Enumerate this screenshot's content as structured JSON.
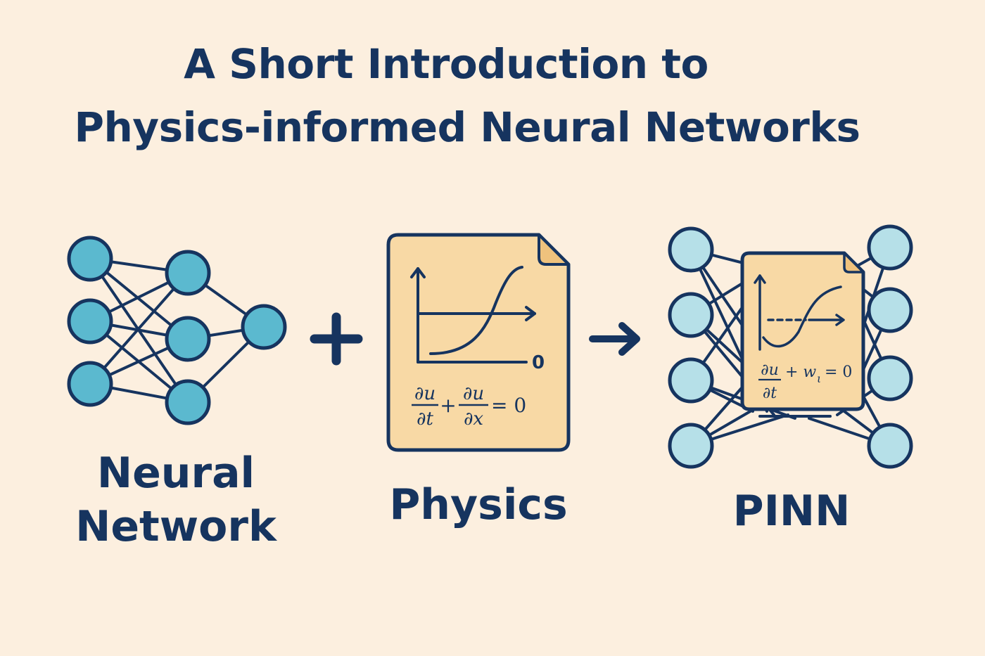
{
  "title": {
    "line1": "A Short Introduction to",
    "line2": "Physics-informed Neural Networks"
  },
  "neural_network": {
    "label_line1": "Neural",
    "label_line2": "Network"
  },
  "physics": {
    "label": "Physics",
    "axis_origin_label": "0",
    "equation": {
      "term1_num": "∂u",
      "term1_den": "∂t",
      "plus": "+",
      "term2_num": "∂u",
      "term2_den": "∂x",
      "rhs": "= 0"
    }
  },
  "pinn": {
    "label": "PINN",
    "equation": {
      "term1_num": "∂u",
      "term1_den": "∂t",
      "rest": "+ w",
      "subscript": "ι",
      "rhs": "= 0"
    }
  },
  "operators": {
    "plus": "+",
    "arrow": "→"
  },
  "colors": {
    "background": "#fcefdf",
    "ink": "#16345f",
    "node_fill": "#5bb9cf",
    "pinn_node_fill": "#b6e0e8",
    "paper_fill": "#f8d9a5",
    "fold_fill": "#efc27d"
  }
}
